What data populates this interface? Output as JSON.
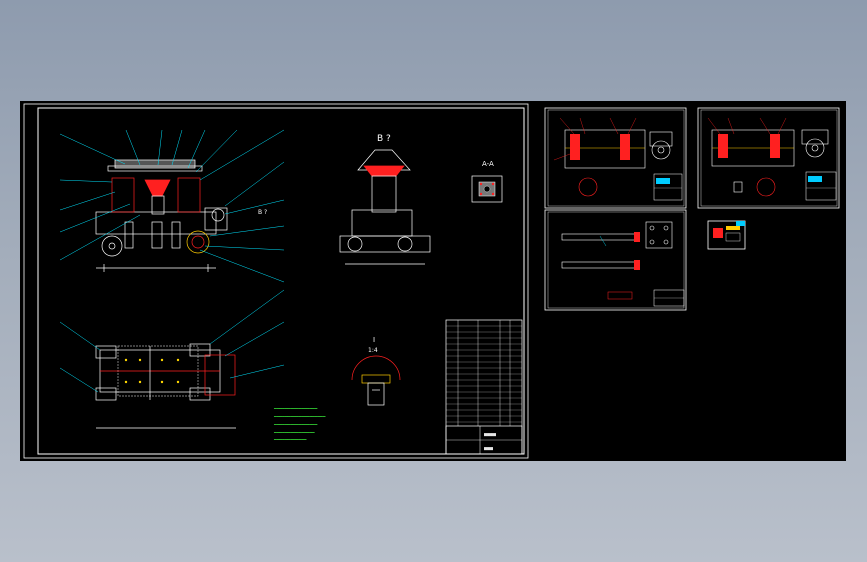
{
  "colors": {
    "background": "#9aa6b6",
    "canvas": "#000000",
    "border": "#ffffff",
    "leader": "#00e5ff",
    "part": "#ffffff",
    "highlight": "#ff2020",
    "note": "#39e639",
    "accent": "#00ccff"
  },
  "main_sheet": {
    "view_b_label": "B ?",
    "view_a_label": "A-A",
    "detail_label": "I",
    "detail_scale": "1:4",
    "side_label": "B ?"
  },
  "sheets": {
    "sheet_2": "part-drawing-2",
    "sheet_3": "part-drawing-3",
    "sheet_4": "part-drawing-4",
    "sheet_5": "part-drawing-5"
  }
}
